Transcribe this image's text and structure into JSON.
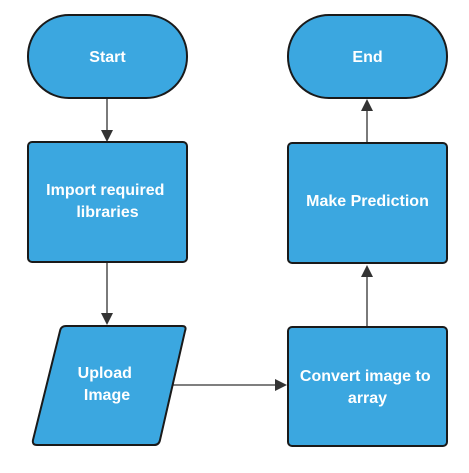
{
  "diagram": {
    "nodes": {
      "start": {
        "label": "Start",
        "shape": "terminator"
      },
      "import": {
        "label_line1": "Import required",
        "label_line2": "libraries",
        "shape": "process"
      },
      "upload": {
        "label_line1": "Upload",
        "label_line2": "Image",
        "shape": "input-output"
      },
      "convert": {
        "label_line1": "Convert image to",
        "label_line2": "array",
        "shape": "process"
      },
      "predict": {
        "label": "Make Prediction",
        "shape": "process"
      },
      "end": {
        "label": "End",
        "shape": "terminator"
      }
    },
    "edges": [
      {
        "from": "start",
        "to": "import"
      },
      {
        "from": "import",
        "to": "upload"
      },
      {
        "from": "upload",
        "to": "convert"
      },
      {
        "from": "convert",
        "to": "predict"
      },
      {
        "from": "predict",
        "to": "end"
      }
    ],
    "colors": {
      "node_fill": "#3ba7e0",
      "node_stroke": "#1a1a1a",
      "label_text": "#ffffff",
      "edge": "#333333"
    }
  }
}
